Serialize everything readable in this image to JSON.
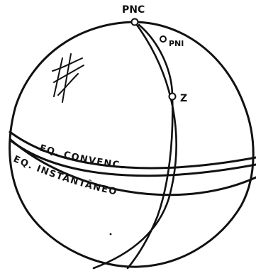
{
  "labels": {
    "pnc": "PNC",
    "pni": "PNI",
    "z": "Z",
    "eq_convencional": "EQ. CONVENC.",
    "eq_instantaneo": "EQ. INSTANTÂNEO"
  },
  "colors": {
    "ink": "#111111",
    "background": "#ffffff"
  }
}
